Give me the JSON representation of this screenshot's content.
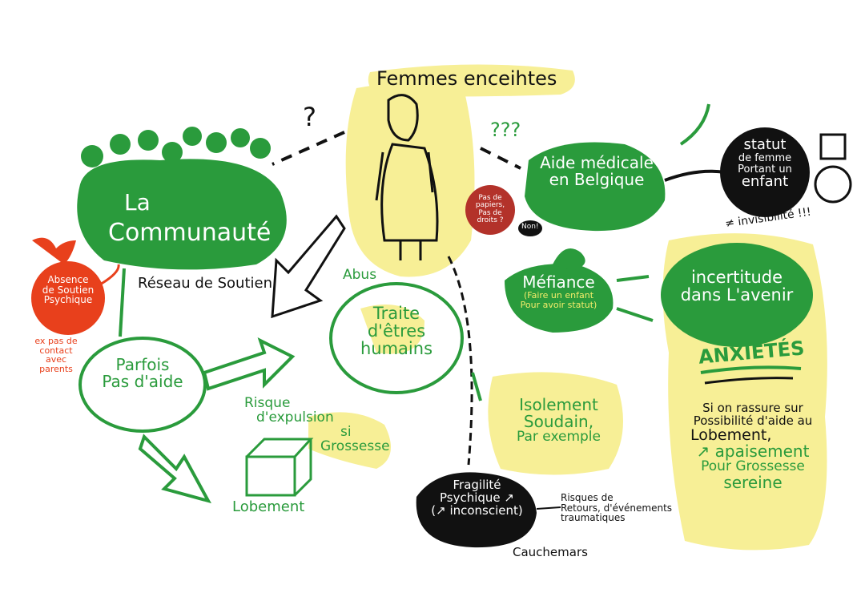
{
  "title": "Femmes enceihtes",
  "question_mark": "?",
  "triple_question": "???",
  "community": {
    "title_line1": "La",
    "title_line2": "Communauté",
    "caption": "Réseau de Soutien"
  },
  "absence": {
    "line1": "Absence",
    "line2": "de Soutien",
    "line3": "Psychique",
    "note": [
      "ex pas de",
      "contact",
      "avec",
      "parents"
    ]
  },
  "parfois": {
    "line1": "Parfois",
    "line2": "Pas d'aide"
  },
  "abus": {
    "label": "Abus",
    "line1": "Traite",
    "line2": "d'êtres",
    "line3": "humains"
  },
  "expulsion": {
    "line1": "Risque",
    "line2": "d'expulsion",
    "line3": "si",
    "line4": "Grossesse"
  },
  "logement": {
    "label": "Lobement"
  },
  "aide_medicale": {
    "line1": "Aide médicale",
    "line2": "en Belgique"
  },
  "statut": {
    "line1": "statut",
    "line2": "de femme",
    "line3": "Portant un",
    "line4": "enfant",
    "note": "≠ invisibilité !!!"
  },
  "papiers": {
    "line1": "Pas de",
    "line2": "papiers,",
    "line3": "Pas de",
    "line4": "droits ?"
  },
  "non_bubble": "Non!",
  "mefiance": {
    "line1": "Méfiance",
    "line2": "(Faire un enfant",
    "line3": "Pour avoir statut)"
  },
  "isolement": {
    "line1": "Isolement",
    "line2": "Soudain,",
    "line3": "Par exemple"
  },
  "fragilite": {
    "line1": "Fragilité",
    "line2": "Psychique ↗",
    "line3": "(↗ inconscient)"
  },
  "risques": {
    "line1": "Risques de",
    "line2": "Retours, d'événements",
    "line3": "traumatiques"
  },
  "cauchemars": "Cauchemars",
  "incertitude": {
    "line1": "incertitude",
    "line2": "dans L'avenir"
  },
  "anxietes": "ANXIÉTÉS",
  "rassure": {
    "line1": "Si on rassure sur",
    "line2": "Possibilité d'aide au",
    "line3": "Lobement,",
    "line4": "↗ apaisement",
    "line5": "Pour Grossesse",
    "line6": "sereine"
  },
  "colors": {
    "green": "#2a9b3c",
    "yellow": "#f7ef96",
    "red": "#e8401c",
    "darkred": "#b3322a",
    "black": "#111111"
  }
}
